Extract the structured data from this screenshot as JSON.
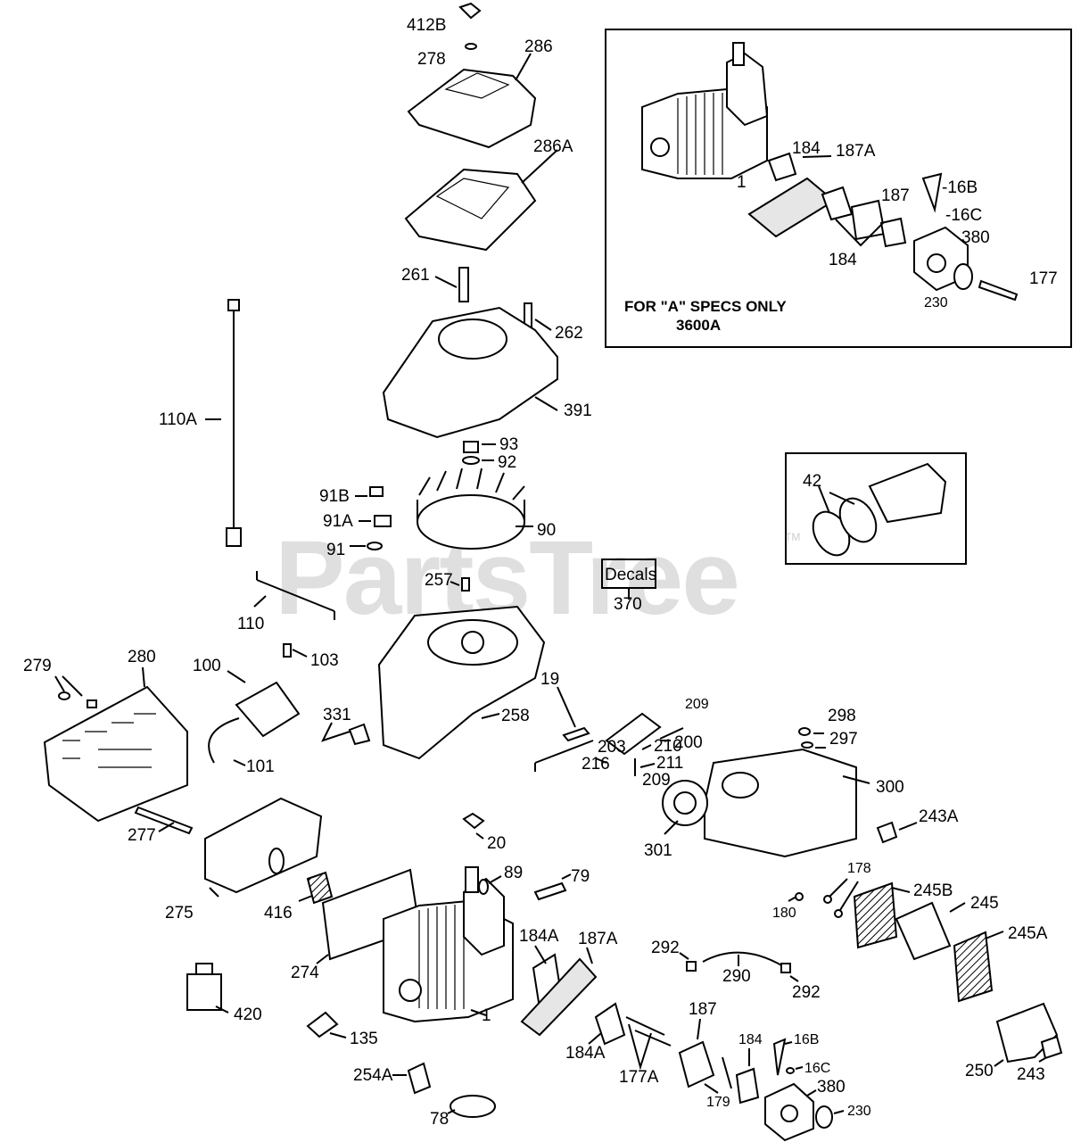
{
  "watermark": "PartsTree",
  "watermark_tm": "TM",
  "inset_note": {
    "line1": "FOR \"A\" SPECS ONLY",
    "line2": "3600A"
  },
  "decals_label": "Decals",
  "labels": {
    "l412B": "412B",
    "l278": "278",
    "l286": "286",
    "l286A": "286A",
    "l261": "261",
    "l262": "262",
    "l391": "391",
    "l110A": "110A",
    "l93": "93",
    "l92": "92",
    "l91B": "91B",
    "l91A": "91A",
    "l91": "91",
    "l90": "90",
    "l257": "257",
    "l370": "370",
    "l110": "110",
    "l103": "103",
    "l279": "279",
    "l280": "280",
    "l100": "100",
    "l331": "331",
    "l101": "101",
    "l258": "258",
    "l19": "19",
    "l209a": "209",
    "l200": "200",
    "l203": "203",
    "l210": "210",
    "l216": "216",
    "l211": "211",
    "l209b": "209",
    "l298": "298",
    "l297": "297",
    "l300": "300",
    "l243A": "243A",
    "l301": "301",
    "l277": "277",
    "l20": "20",
    "l275": "275",
    "l416": "416",
    "l89": "89",
    "l79": "79",
    "l274": "274",
    "l420": "420",
    "l184Aa": "184A",
    "l187Aa": "187A",
    "l1a": "1",
    "l184Ab": "184A",
    "l177A": "177A",
    "l135": "135",
    "l254A": "254A",
    "l78": "78",
    "l292a": "292",
    "l290": "290",
    "l292b": "292",
    "l187a": "187",
    "l179": "179",
    "l184a": "184",
    "l16Ba": "16B",
    "l16Ca": "16C",
    "l380a": "380",
    "l230a": "230",
    "l178": "178",
    "l180": "180",
    "l245B": "245B",
    "l245": "245",
    "l245A": "245A",
    "l250": "250",
    "l243": "243",
    "l42": "42",
    "i184a": "184",
    "i187A": "187A",
    "i1": "1",
    "i187": "187",
    "i16B": "-16B",
    "i16C": "-16C",
    "i380": "380",
    "i184b": "184",
    "i177": "177",
    "i230": "230"
  }
}
